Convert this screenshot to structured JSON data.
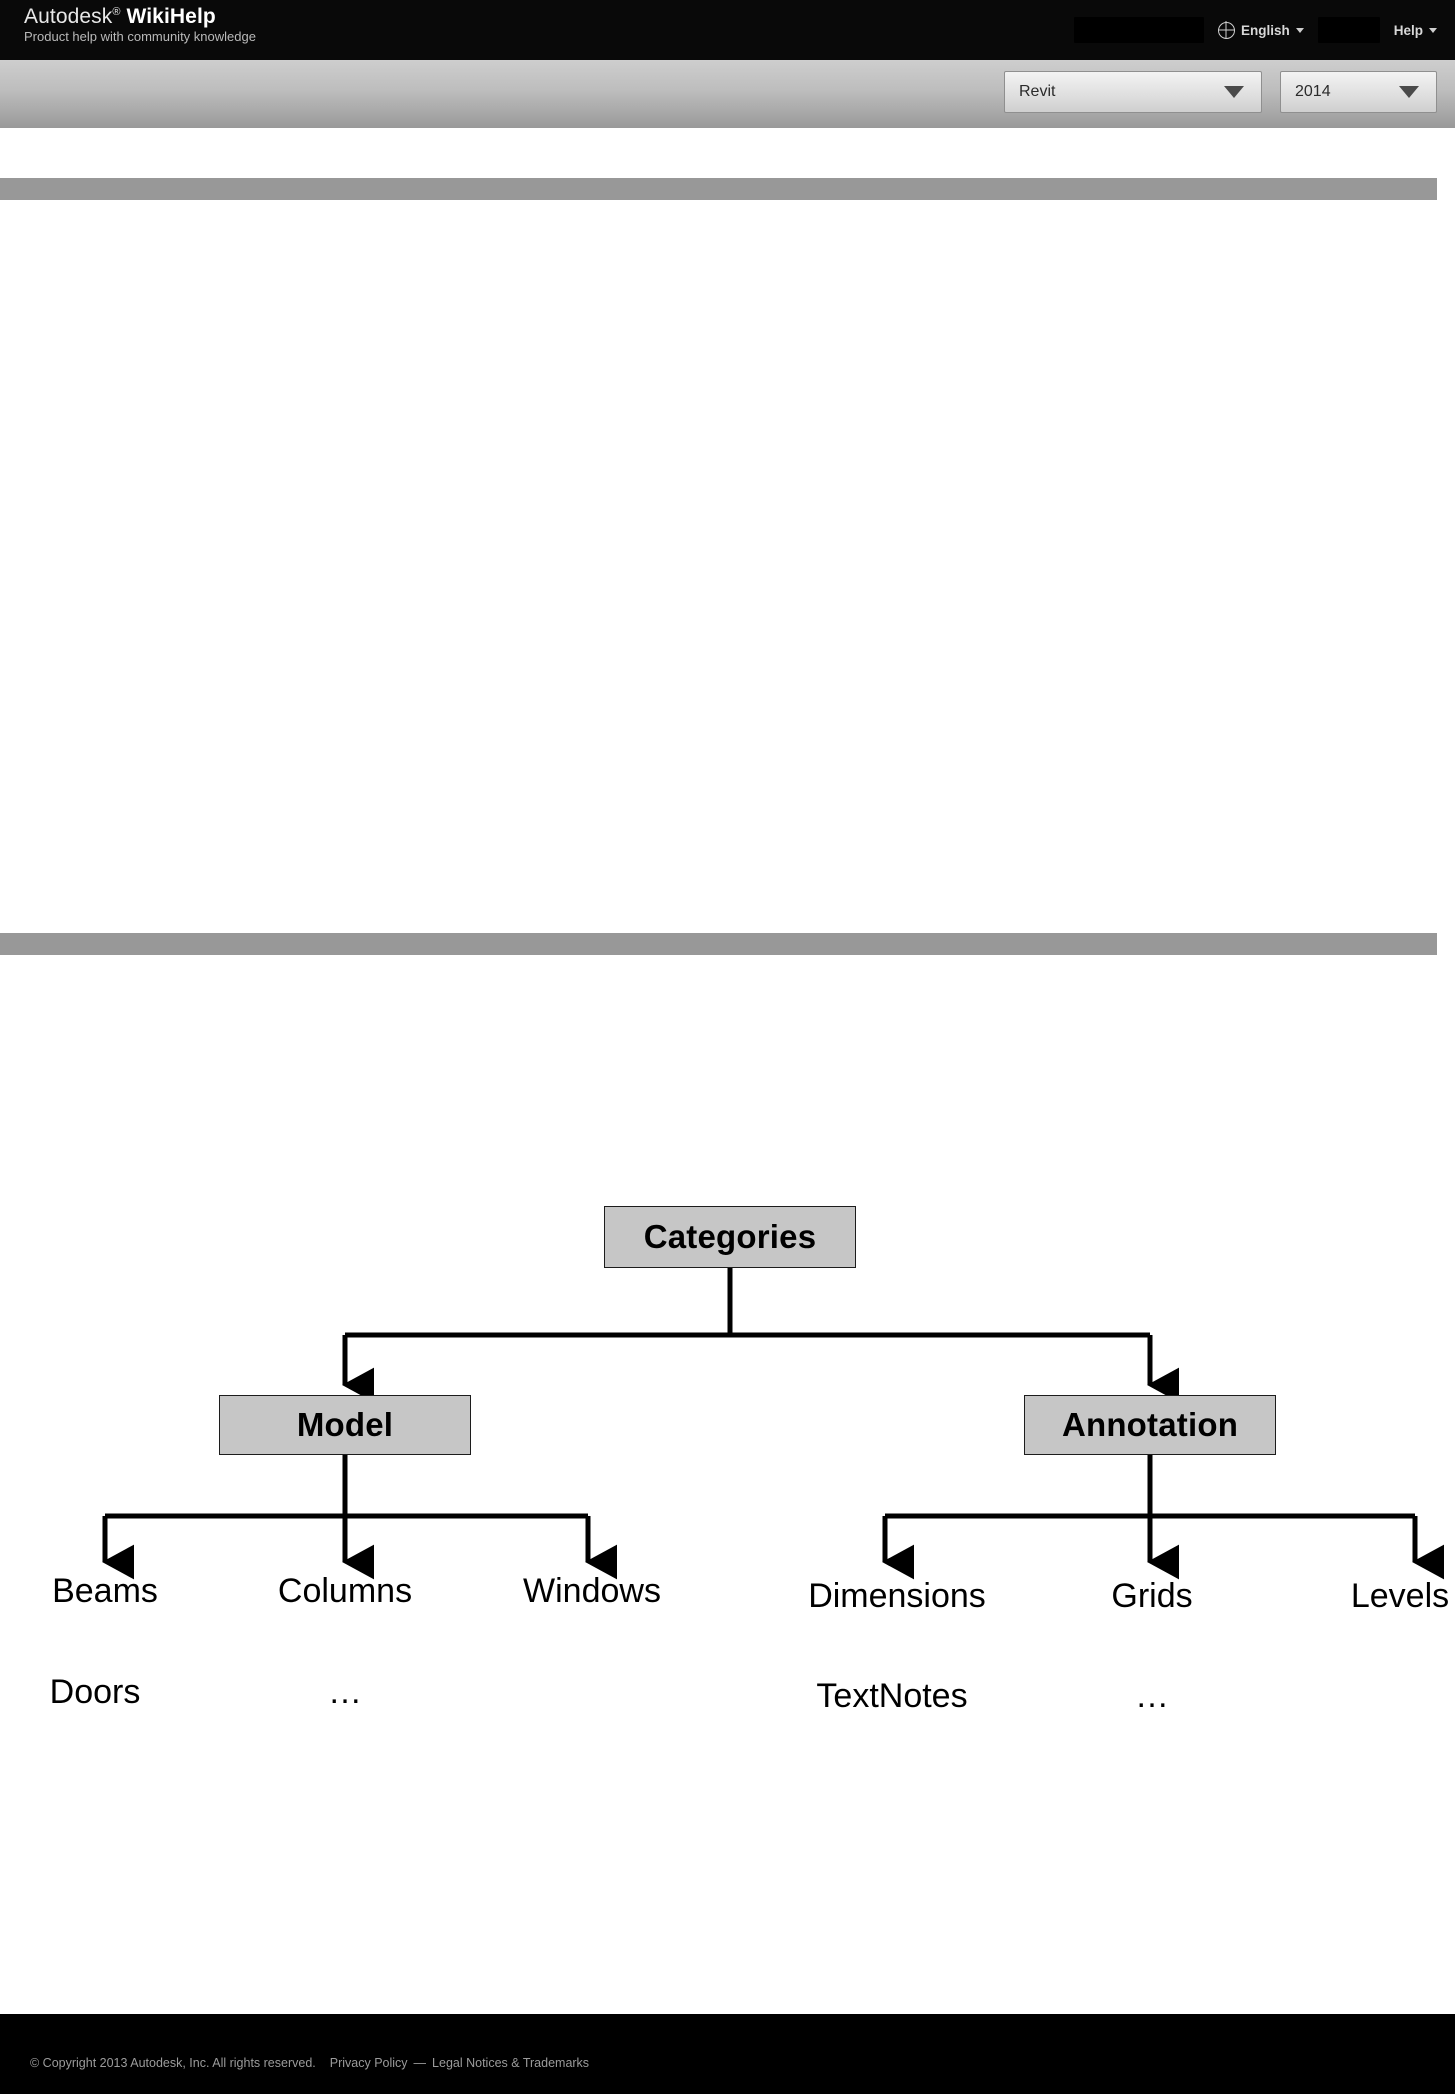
{
  "header": {
    "brand_primary": "Autodesk",
    "brand_sup": "®",
    "brand_secondary": "WikiHelp",
    "tagline": "Product help with community knowledge",
    "language_label": "English",
    "language_icon": "globe-icon",
    "help_label": "Help",
    "caret_icon": "chevron-down-icon"
  },
  "toolbar": {
    "product_select": {
      "value": "Revit",
      "arrow_icon": "chevron-down-icon"
    },
    "version_select": {
      "value": "2014",
      "arrow_icon": "chevron-down-icon"
    }
  },
  "diagram": {
    "root": "Categories",
    "branches": [
      {
        "title": "Model",
        "leaves_row1": [
          "Beams",
          "Columns",
          "Windows"
        ],
        "leaves_row2": [
          "Doors",
          "…"
        ]
      },
      {
        "title": "Annotation",
        "leaves_row1": [
          "Dimensions",
          "Grids",
          "Levels"
        ],
        "leaves_row2": [
          "TextNotes",
          "…"
        ]
      }
    ]
  },
  "footer": {
    "copyright": "© Copyright 2013 Autodesk, Inc. All rights reserved.",
    "privacy_label": "Privacy Policy",
    "separator": "—",
    "legal_label": "Legal Notices & Trademarks"
  },
  "colors": {
    "header_bg": "#090909",
    "toolbar_top": "#cecece",
    "toolbar_bottom": "#999999",
    "gray_bar": "#989898",
    "node_fill": "#c6c6c6",
    "node_border": "#1c1c1c",
    "footer_bg": "#000000",
    "footer_text": "#9b9b9b"
  }
}
